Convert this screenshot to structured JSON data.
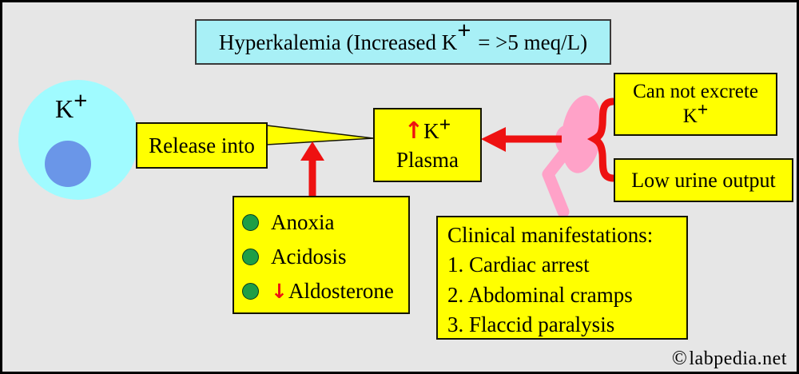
{
  "title": {
    "text_before_sup": "Hyperkalemia (Increased K",
    "sup": "+",
    "text_after_sup": " = >5 meq/L)"
  },
  "cell": {
    "ion": "K",
    "ion_sup": "+"
  },
  "release_label": "Release into",
  "plasma_box": {
    "up_arrow": "↑",
    "ion": "K",
    "ion_sup": "+",
    "line2": "Plasma"
  },
  "causes": {
    "items": [
      {
        "label": "Anoxia"
      },
      {
        "label": "Acidosis"
      },
      {
        "arrow": "↓",
        "label": "Aldosterone"
      }
    ]
  },
  "kidney_effects": {
    "box1": {
      "line1": "Can not excrete",
      "ion": "K",
      "ion_sup": "+"
    },
    "box2": {
      "label": "Low urine output"
    }
  },
  "clinical": {
    "heading": "Clinical manifestations:",
    "items": [
      "1. Cardiac arrest",
      "2. Abdominal cramps",
      "3. Flaccid paralysis"
    ]
  },
  "footer": {
    "copyright_symbol": "©",
    "site": "labpedia.net"
  },
  "colors": {
    "background": "#e6e6e6",
    "box_yellow": "#ffff00",
    "title_cyan": "#a8f0f6",
    "cell_cyan": "#a0fbff",
    "nucleus_blue": "#6a96e8",
    "kidney_pink": "#ffa2c8",
    "arrow_red": "#ee1111",
    "bullet_green": "#1e9e46"
  }
}
